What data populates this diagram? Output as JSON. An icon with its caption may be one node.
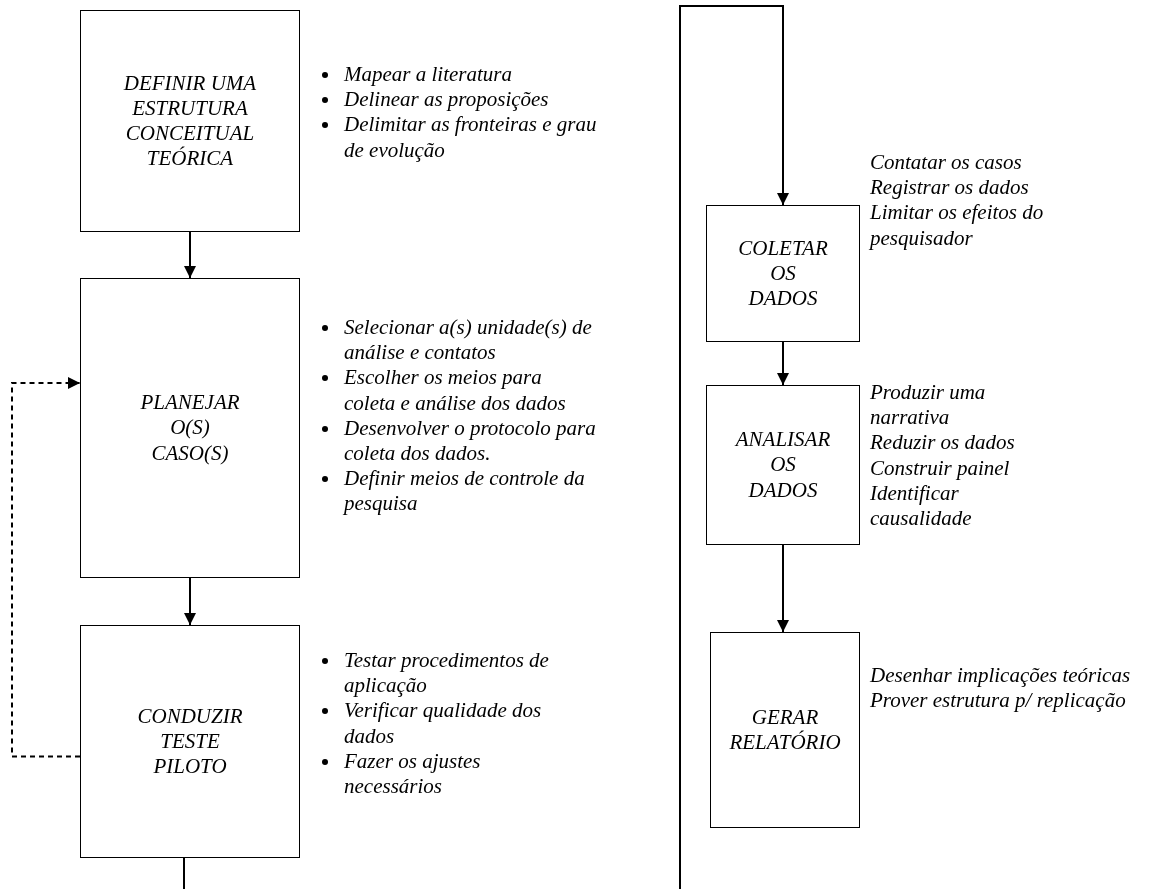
{
  "diagram": {
    "nodes": [
      {
        "text": [
          "DEFINIR UMA ESTRUTURA CONCEITUAL TEÓRICA"
        ],
        "beside": [
          "Mapear a literatura",
          "Delinear as proposições",
          "Delimitar as fronteiras e grau de evolução"
        ]
      },
      {
        "text": [
          "PLANEJAR O(S) CASO(S)"
        ],
        "beside": [
          "Selecionar a(s) unidade(s) de análise e contatos",
          "Escolher os meios para coleta e análise dos dados",
          "Desenvolver o protocolo para coleta dos dados.",
          "Definir meios de controle da pesquisa"
        ]
      },
      {
        "text": [
          "CONDUZIR TESTE PILOTO"
        ],
        "beside": [
          "Testar procedimentos de aplicação",
          "Verificar qualidade dos dados",
          "Fazer os ajustes necessários"
        ]
      },
      {
        "text": [
          "COLETAR OS DADOS"
        ],
        "beside": [
          "Contatar os casos",
          "Registrar os dados",
          "Limitar os efeitos do pesquisador"
        ]
      },
      {
        "text": [
          "ANALISAR OS DADOS"
        ],
        "beside": [
          "Produzir uma narrativa",
          "Reduzir os dados",
          "Construir painel",
          "Identificar causalidade"
        ]
      },
      {
        "text": [
          "GERAR RELATÓRIO"
        ],
        "beside": [
          "Desenhar implicações teóricas",
          "Prover estrutura p/ replicação"
        ]
      }
    ],
    "edges": [
      {
        "from": 0,
        "to": 1,
        "arrow": "to"
      },
      {
        "from": 1,
        "to": 2,
        "arrow": "to"
      },
      {
        "from": 2,
        "to": 1,
        "arrow": "to",
        "style": "dashed"
      },
      {
        "from": 2,
        "to": null,
        "arrow": "none"
      },
      {
        "from": null,
        "to": 3,
        "arrow": "to"
      },
      {
        "from": 3,
        "to": 4,
        "arrow": "to"
      },
      {
        "from": 4,
        "to": 5,
        "arrow": "to"
      }
    ]
  }
}
